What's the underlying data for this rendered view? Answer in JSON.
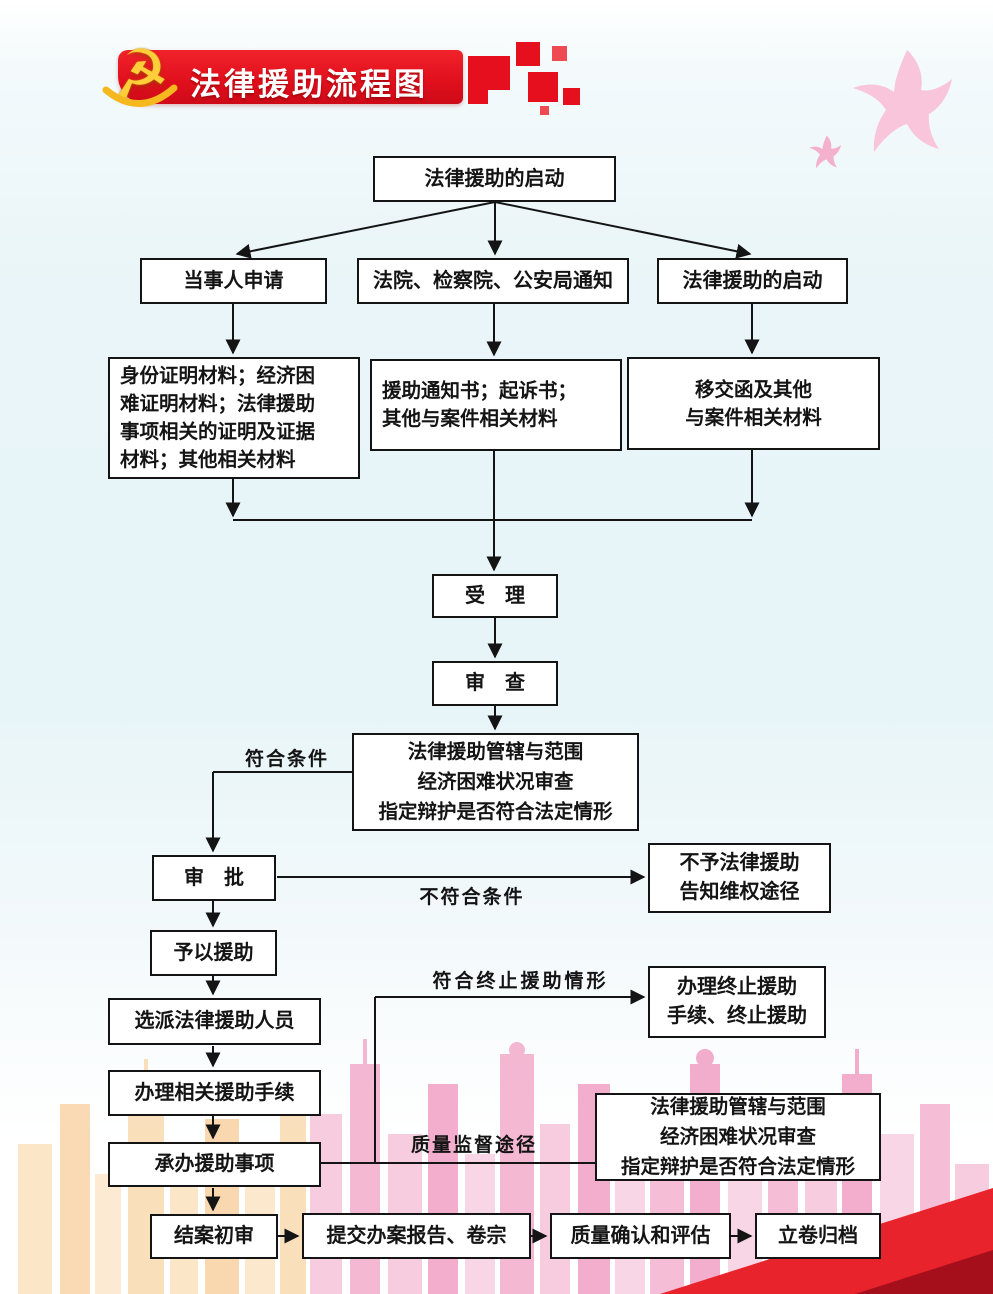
{
  "header": {
    "title": "法律援助流程图",
    "emblem_glyph": "☭",
    "banner_red": "#e60f1e"
  },
  "nodes": {
    "start_top": {
      "label": "法律援助的启动"
    },
    "party_application": {
      "label": "当事人申请"
    },
    "authority_notice": {
      "label": "法院、检察院、公安局通知"
    },
    "start_other": {
      "label": "法律援助的启动"
    },
    "application_materials": {
      "label": "身份证明材料；经济困\n难证明材料；法律援助\n事项相关的证明及证据\n材料；其他相关材料"
    },
    "notice_materials": {
      "label": "援助通知书；起诉书；\n其他与案件相关材料"
    },
    "transfer_materials": {
      "label": "移交函及其他\n与案件相关材料"
    },
    "acceptance": {
      "label": "受　理"
    },
    "review": {
      "label": "审　查"
    },
    "review_criteria": {
      "label": "法律援助管辖与范围\n经济困难状况审查\n指定辩护是否符合法定情形"
    },
    "approval": {
      "label": "审　批"
    },
    "deny_aid": {
      "label": "不予法律援助\n告知维权途径"
    },
    "grant_aid": {
      "label": "予以援助"
    },
    "assign_personnel": {
      "label": "选派法律援助人员"
    },
    "aid_procedures": {
      "label": "办理相关援助手续"
    },
    "undertake_matters": {
      "label": "承办援助事项"
    },
    "terminate_aid": {
      "label": "办理终止援助\n手续、终止援助"
    },
    "quality_criteria": {
      "label": "法律援助管辖与范围\n经济困难状况审查\n指定辩护是否符合法定情形"
    },
    "closing_review": {
      "label": "结案初审"
    },
    "submit_report": {
      "label": "提交办案报告、卷宗"
    },
    "quality_evaluation": {
      "label": "质量确认和评估"
    },
    "archive": {
      "label": "立卷归档"
    }
  },
  "edge_labels": {
    "meets_conditions": "符合条件",
    "not_meets_conditions": "不符合条件",
    "termination_case": "符合终止援助情形",
    "quality_supervision": "质量监督途径"
  },
  "colors": {
    "box_border": "#141414",
    "banner_red": "#e60f1e",
    "skyline_pink": "#ee7fb0",
    "skyline_orange": "#f6c685",
    "dove_pink": "#f8bfd6"
  }
}
